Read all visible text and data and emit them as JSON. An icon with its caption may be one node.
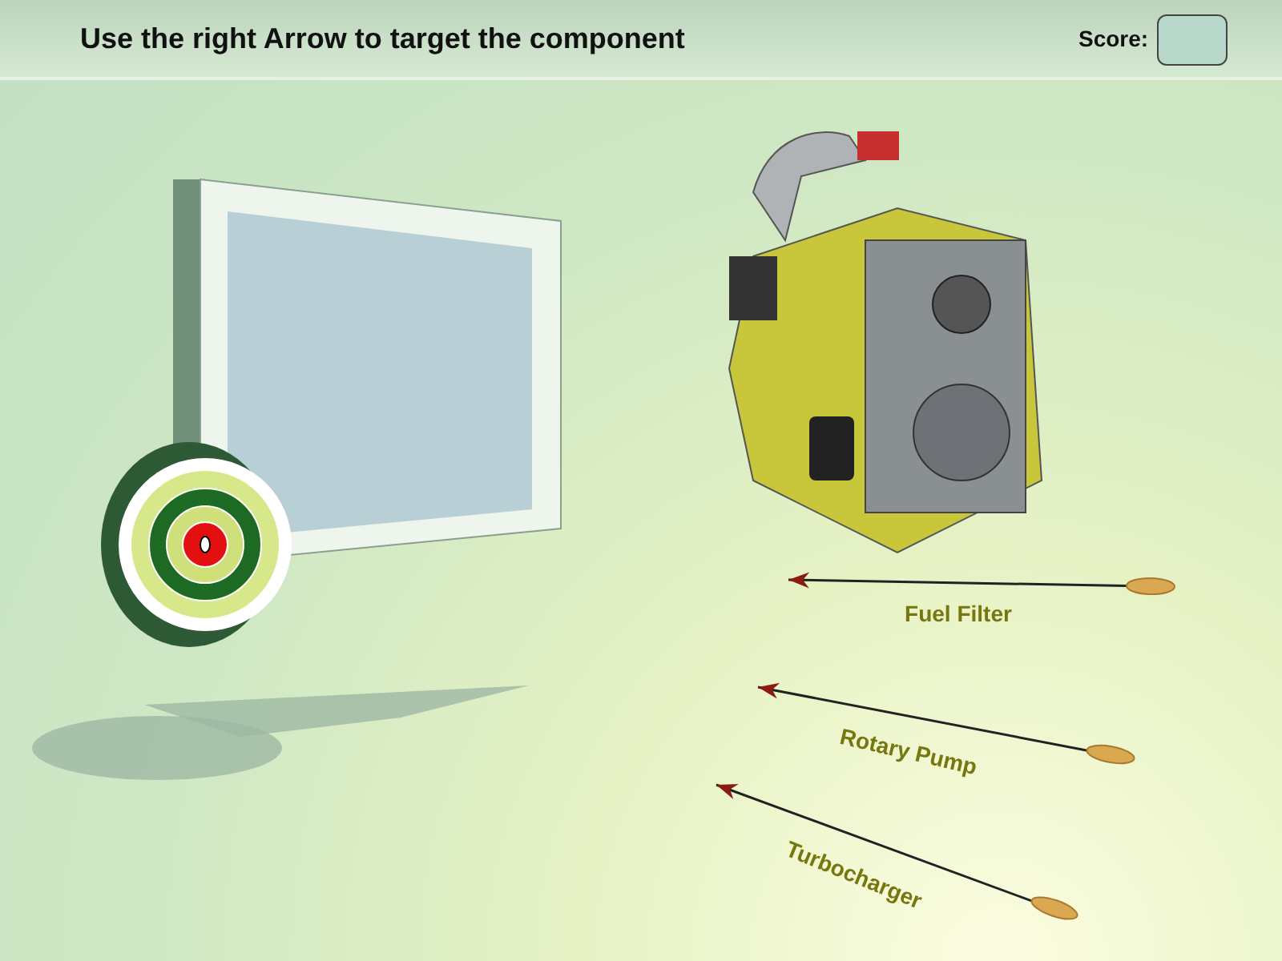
{
  "diagram": {
    "title": "Use the right Arrow to target the component",
    "labels": [
      "Score:",
      "Fuel Filter",
      "Rotary Pump",
      "Turbocharger"
    ]
  }
}
